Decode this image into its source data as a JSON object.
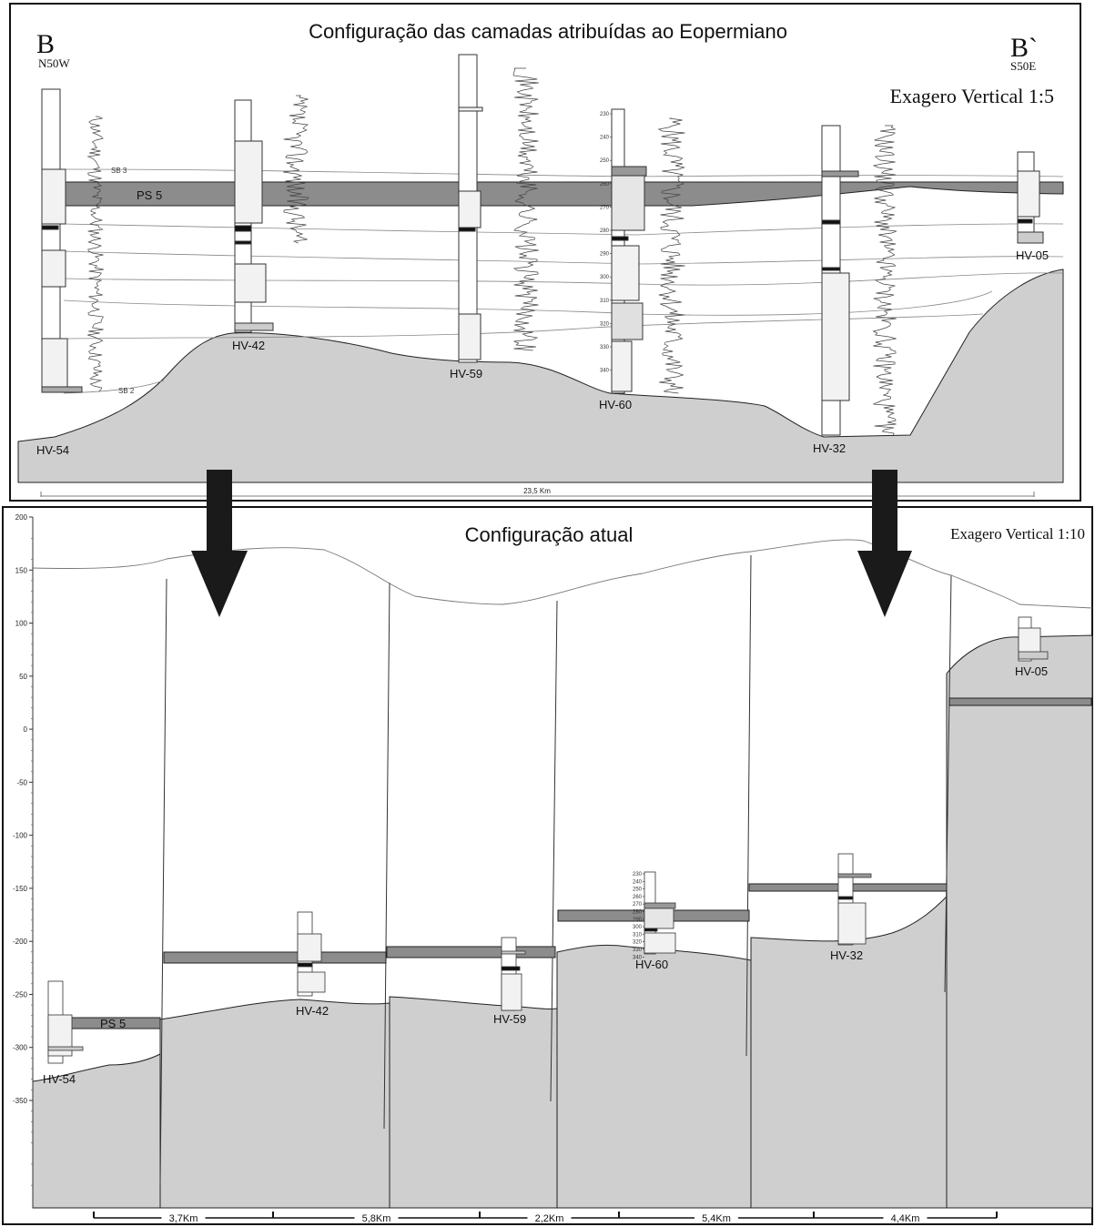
{
  "top_section": {
    "title": "Configuração das camadas atribuídas ao Eopermiano",
    "left_label": "B",
    "left_direction": "N50W",
    "right_label": "B`",
    "right_direction": "S50E",
    "vertical_exaggeration": "Exagero Vertical 1:5",
    "layer_label": "PS 5",
    "surface_labels": [
      "SB 3",
      "SB 2"
    ],
    "wells": [
      "HV-54",
      "HV-42",
      "HV-59",
      "HV-60",
      "HV-32",
      "HV-05"
    ],
    "scale_label": "23,5 Km",
    "depth_ticks": [
      "230",
      "240",
      "250",
      "260",
      "270",
      "280",
      "290",
      "300",
      "310",
      "320",
      "330",
      "340"
    ]
  },
  "bottom_section": {
    "title": "Configuração atual",
    "vertical_exaggeration": "Exagero Vertical 1:10",
    "layer_label": "PS 5",
    "wells": [
      "HV-54",
      "HV-42",
      "HV-59",
      "HV-60",
      "HV-32",
      "HV-05"
    ],
    "elevation_axis": [
      "200",
      "150",
      "100",
      "50",
      "0",
      "-50",
      "-100",
      "-150",
      "-200",
      "-250",
      "-300",
      "-350"
    ],
    "distances": [
      "3,7Km",
      "5,8Km",
      "2,2Km",
      "5,4Km",
      "4,4Km"
    ],
    "depth_ticks": [
      "230",
      "240",
      "250",
      "260",
      "270",
      "280",
      "290",
      "300",
      "310",
      "320",
      "330",
      "340"
    ]
  },
  "colors": {
    "basement": "#cfcfcf",
    "layer": "#8c8c8c",
    "column_fill": "#f2f2f2",
    "frame": "#111111"
  }
}
